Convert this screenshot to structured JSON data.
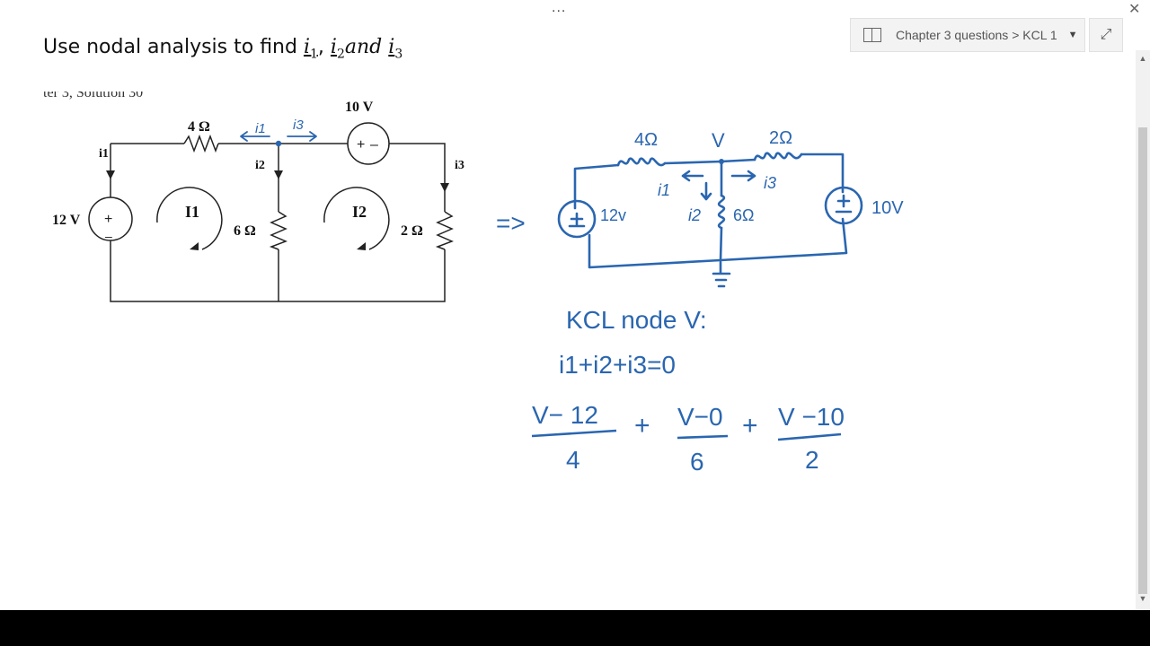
{
  "window": {
    "ellipsis": "...",
    "close_glyph": "✕",
    "breadcrumb_text": "Chapter 3 questions > KCL 1",
    "breadcrumb_chevron": "▼",
    "expand_glyph": "⤢",
    "scroll_up_glyph": "▲",
    "scroll_down_glyph": "▼"
  },
  "page": {
    "title_text": "Use nodal analysis to find ",
    "title_vars": [
      "i",
      "1",
      "i",
      "2",
      "and",
      "i",
      "3"
    ],
    "title_sep": ",  ",
    "garbled_remnant": "ter 3, Solution 30"
  },
  "circuit": {
    "r1": "4 Ω",
    "r2": "6 Ω",
    "r3": "2 Ω",
    "v12": "12 V",
    "v10": "10 V",
    "i1": "i1",
    "i2": "i2",
    "i3": "i3",
    "I1": "I1",
    "I2": "I2"
  },
  "notes": {
    "hand_i1": "i1",
    "hand_i3": "i3",
    "arrow_implies": "=>",
    "r_4": "4Ω",
    "node_v": "V",
    "r_2": "2Ω",
    "v_12": "12v",
    "v_10": "10V",
    "i1": "i1",
    "i2": "i2",
    "r_6": "6Ω",
    "i3": "i3",
    "kcl": "KCL node V:",
    "eq1": "i1+i2+i3=0",
    "num1": "V− 12",
    "den1": "4",
    "plus": "+",
    "num2": "V−0",
    "den2": "6",
    "num3": "V −10",
    "den3": "2"
  },
  "colors": {
    "ink": "#2a66b0",
    "black_ink": "#111111"
  }
}
